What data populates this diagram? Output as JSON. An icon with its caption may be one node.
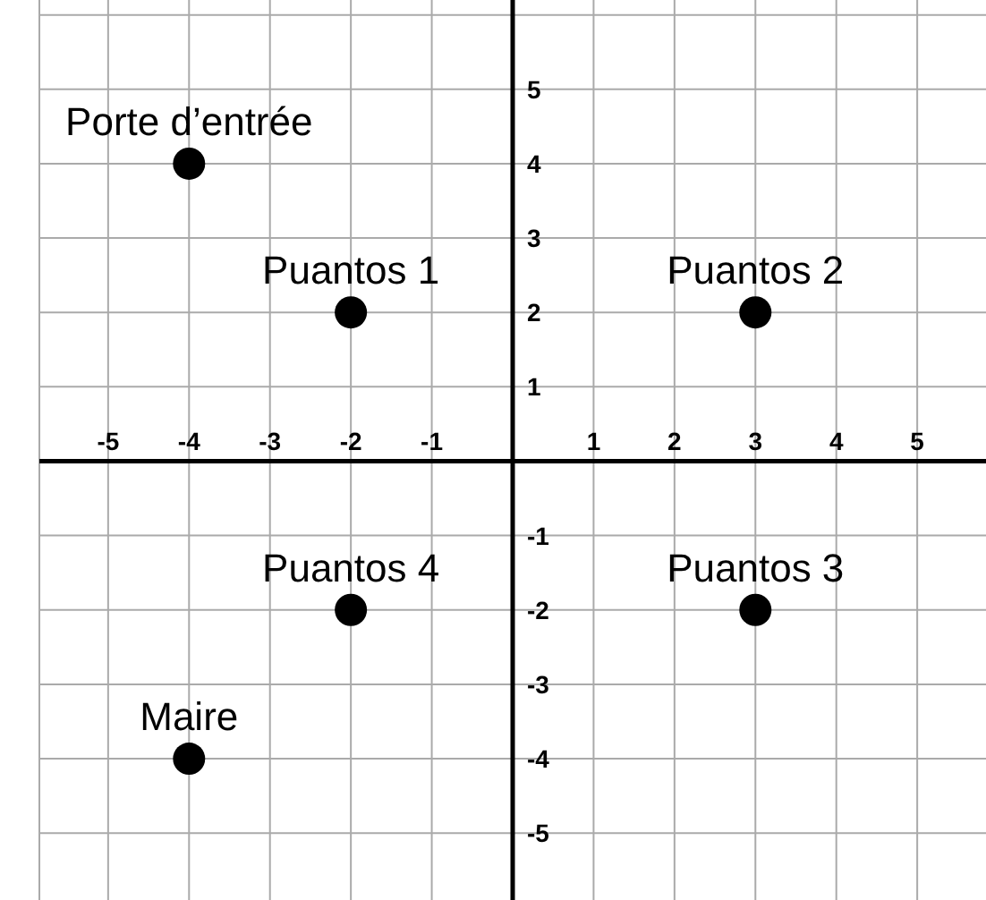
{
  "diagram": {
    "chart_data": {
      "type": "scatter",
      "grid": true,
      "xlim": [
        -5.85,
        5.85
      ],
      "ylim": [
        -5.9,
        6.2
      ],
      "xticks": [
        -5,
        -4,
        -3,
        -2,
        -1,
        1,
        2,
        3,
        4,
        5
      ],
      "yticks": [
        -5,
        -4,
        -3,
        -2,
        -1,
        1,
        2,
        3,
        4,
        5
      ],
      "x": [
        -4,
        -2,
        3,
        -2,
        3,
        -4
      ],
      "series": [
        {
          "color": "#000000",
          "values": [
            4,
            2,
            2,
            -2,
            -2,
            -4
          ]
        }
      ],
      "annotations": [
        "Porte d’entrée",
        "Puantos 1",
        "Puantos 2",
        "Puantos 4",
        "Puantos 3",
        "Maire"
      ]
    }
  }
}
